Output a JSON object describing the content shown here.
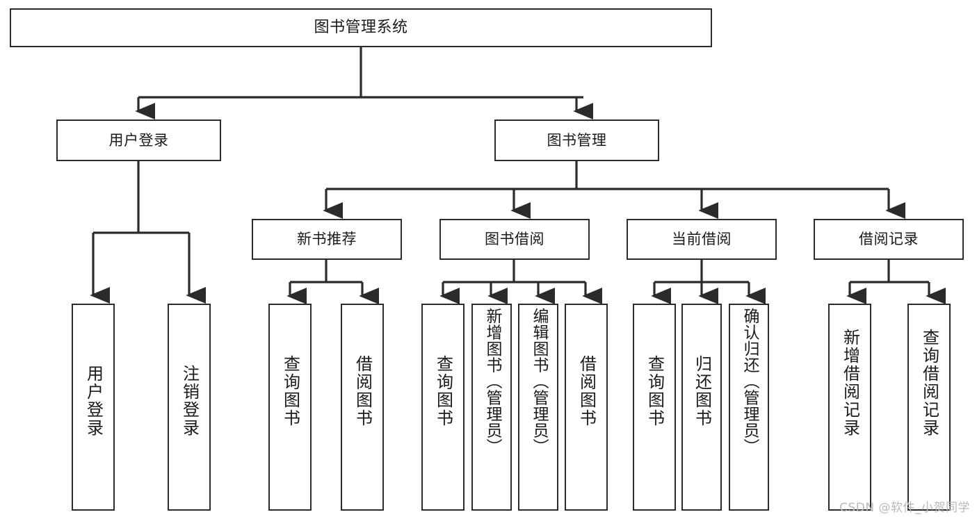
{
  "diagram": {
    "type": "tree",
    "title": "图书管理系统",
    "orientation": "top-down",
    "colors": {
      "box_border": "#2b2b2b",
      "box_fill": "#ffffff",
      "connector": "#2b2b2b",
      "text": "#1a1a1a",
      "watermark": "#b9b9b9",
      "background": "#ffffff"
    },
    "root": {
      "label": "图书管理系统"
    },
    "level2": [
      {
        "id": "user-login",
        "label": "用户登录"
      },
      {
        "id": "book-manage",
        "label": "图书管理"
      }
    ],
    "level3": [
      {
        "id": "new-book-recommend",
        "label": "新书推荐"
      },
      {
        "id": "book-borrow",
        "label": "图书借阅"
      },
      {
        "id": "current-borrow",
        "label": "当前借阅"
      },
      {
        "id": "borrow-record",
        "label": "借阅记录"
      }
    ],
    "leaves": {
      "user_login": [
        {
          "id": "leaf-user-login",
          "label": "用户登录"
        },
        {
          "id": "leaf-logout-login",
          "label": "注销登录"
        }
      ],
      "new_book_recommend": [
        {
          "id": "leaf-query-book-1",
          "label": "查询图书"
        },
        {
          "id": "leaf-borrow-book-1",
          "label": "借阅图书"
        }
      ],
      "book_borrow": [
        {
          "id": "leaf-query-book-2",
          "label": "查询图书"
        },
        {
          "id": "leaf-add-book",
          "label": "新增图书（管理员）"
        },
        {
          "id": "leaf-edit-book",
          "label": "编辑图书（管理员）"
        },
        {
          "id": "leaf-borrow-book-2",
          "label": "借阅图书"
        }
      ],
      "current_borrow": [
        {
          "id": "leaf-query-book-3",
          "label": "查询图书"
        },
        {
          "id": "leaf-return-book",
          "label": "归还图书"
        },
        {
          "id": "leaf-confirm-return",
          "label": "确认归还（管理员）"
        }
      ],
      "borrow_record": [
        {
          "id": "leaf-add-record",
          "label": "新增借阅记录"
        },
        {
          "id": "leaf-query-record",
          "label": "查询借阅记录"
        }
      ]
    }
  },
  "watermark": {
    "text": "CSDN @软件_小贺同学"
  }
}
